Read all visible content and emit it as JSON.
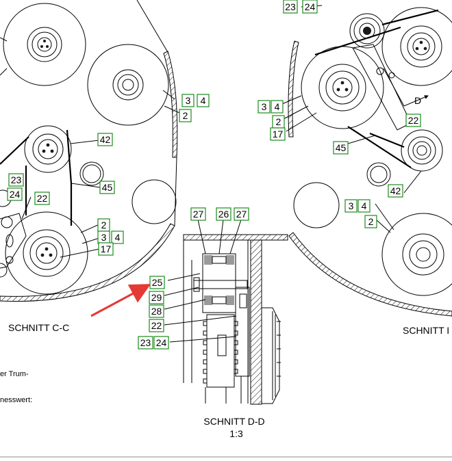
{
  "sections": {
    "cc": "SCHNITT C-C",
    "dd": "SCHNITT D-D",
    "dd_scale": "1:3",
    "right": "SCHNITT I"
  },
  "view_marker": "D",
  "notes": {
    "trum": "er Trum-",
    "messwert": "nesswert:"
  },
  "tags": {
    "t23_top": "23",
    "t24_top": "24",
    "t3_a": "3",
    "t4_a": "4",
    "t2_a": "2",
    "t42_a": "42",
    "t45_a": "45",
    "t23_l": "23",
    "t24_l": "24",
    "t22_l": "22",
    "t2_b": "2",
    "t3_b": "3",
    "t4_b": "4",
    "t17_b": "17",
    "t27_1": "27",
    "t26": "26",
    "t27_2": "27",
    "t25": "25",
    "t29": "29",
    "t28": "28",
    "t22_m": "22",
    "t23_m": "23",
    "t24_m": "24",
    "t3_c": "3",
    "t4_c": "4",
    "t2_c": "2",
    "t17_c": "17",
    "t45_r": "45",
    "t22_r": "22",
    "t42_r": "42",
    "t3_d": "3",
    "t4_d": "4",
    "t2_d": "2"
  },
  "colors": {
    "tag_border": "#1a8a1a",
    "arrow": "#e53935",
    "line": "#000000"
  }
}
